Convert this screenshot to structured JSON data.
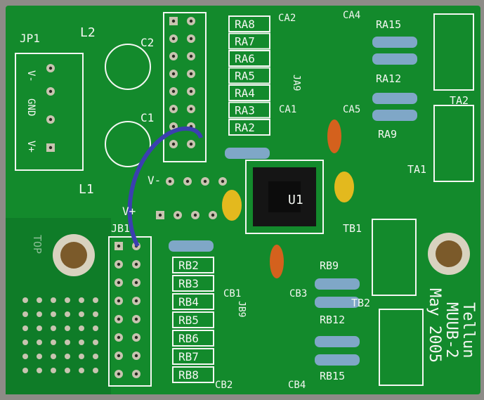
{
  "board": {
    "colors": {
      "pcb": "#138a2c",
      "pcb_dark": "#0b6f22",
      "silk": "#f4f7f2",
      "pad": "#c8c4b0",
      "background": "#8d8b87"
    },
    "jumper_label": "JP1",
    "inductor_labels": [
      "L2",
      "L1"
    ],
    "capacitor_labels": [
      "C2",
      "C1"
    ],
    "power_pins": [
      "V-",
      "GND",
      "V+"
    ],
    "rail_labels": {
      "vminus": "V-",
      "vplus": "V+"
    },
    "resistors_a": [
      "RA8",
      "RA7",
      "RA6",
      "RA5",
      "RA4",
      "RA3",
      "RA2"
    ],
    "resistors_a_right": [
      "RA15",
      "RA12",
      "RA9"
    ],
    "resistors_b": [
      "RB2",
      "RB3",
      "RB4",
      "RB5",
      "RB6",
      "RB7",
      "RB8"
    ],
    "resistors_b_right": [
      "RB9",
      "RB12",
      "RB15"
    ],
    "cap_labels_top": [
      "CA2",
      "CA4",
      "CA1",
      "CA5",
      "JA9"
    ],
    "cap_labels_bottom": [
      "CB1",
      "CB3",
      "CB2",
      "CB4",
      "JB9"
    ],
    "header_labels": [
      "JB1"
    ],
    "ic_label": "U1",
    "terminal_labels": [
      "TA2",
      "TA1",
      "TB1",
      "TB2"
    ],
    "top_label": "TOP",
    "credit": [
      "Tellun",
      "MUUB-2",
      "May 2005"
    ]
  }
}
